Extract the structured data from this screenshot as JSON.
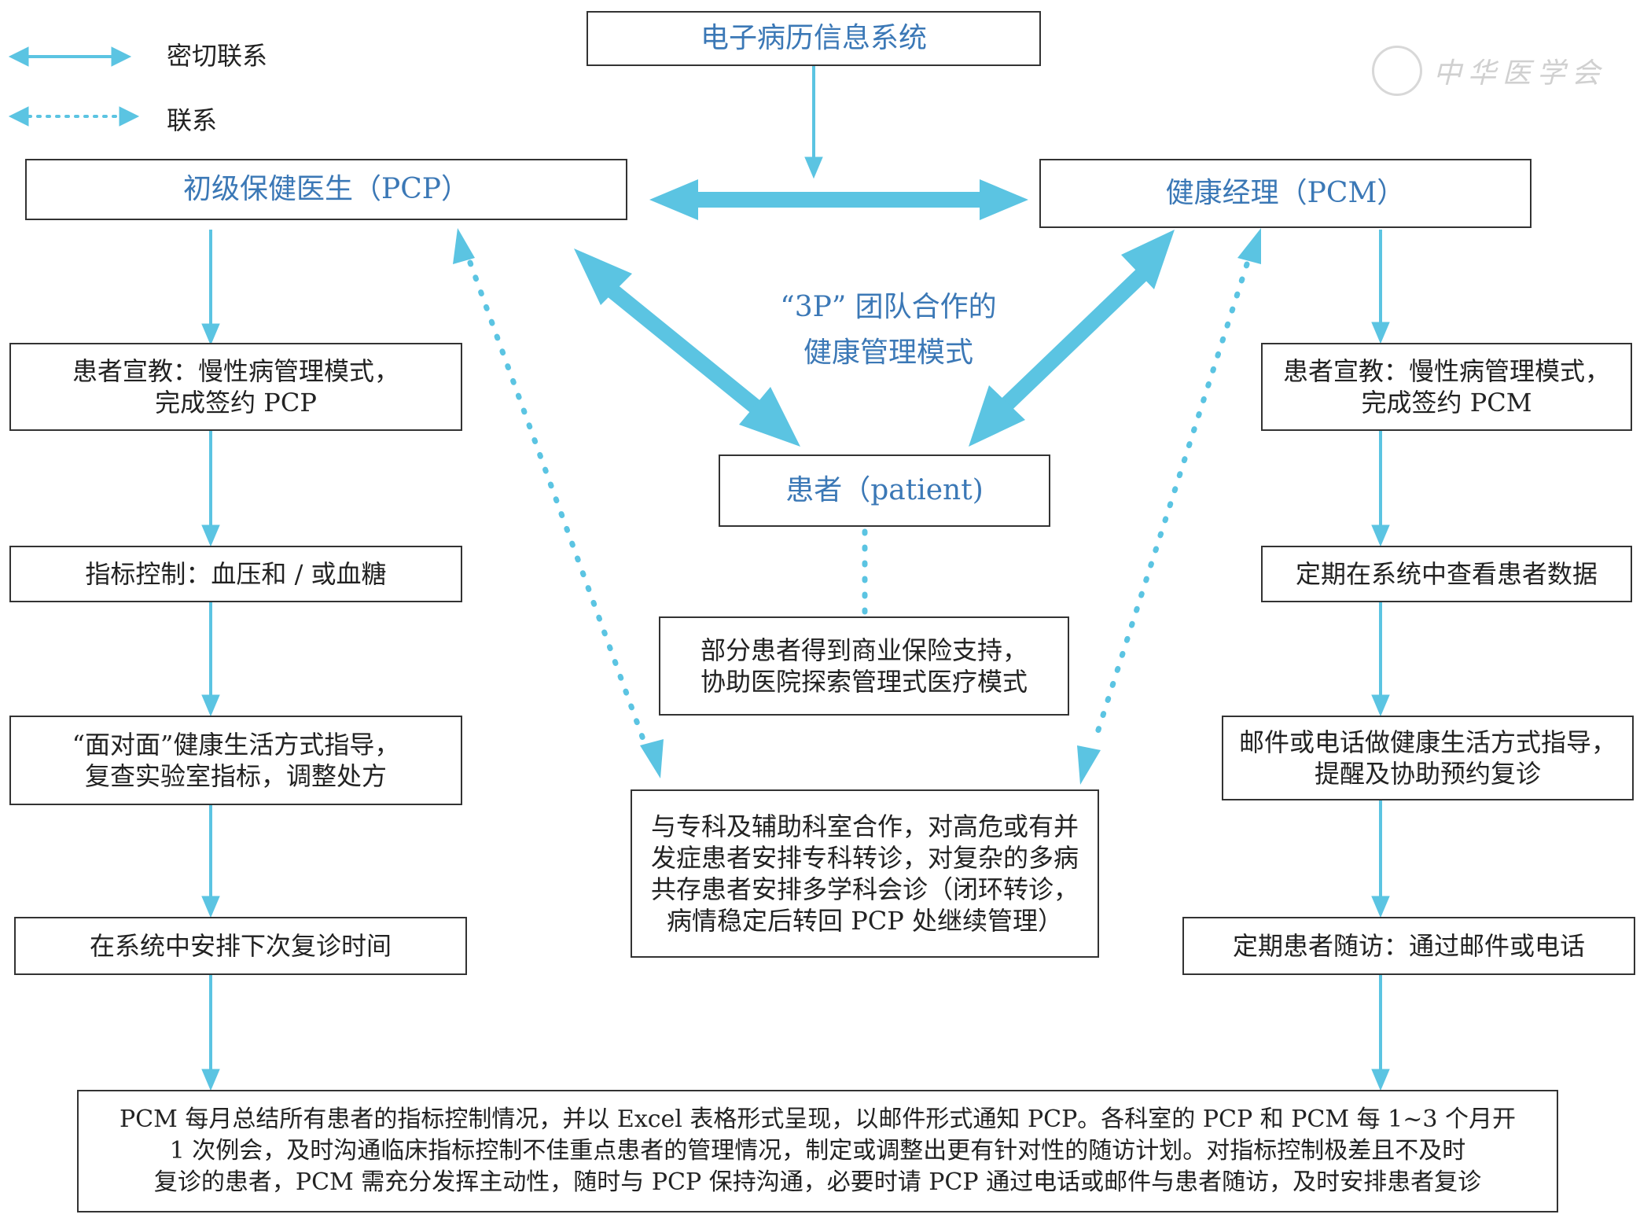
{
  "legend": {
    "solid_label": "密切联系",
    "dotted_label": "联系"
  },
  "watermark": "中华医学会",
  "colors": {
    "arrow": "#5bc4e2",
    "title_text": "#3b78b6",
    "border": "#333333"
  },
  "top": {
    "emr": "电子病历信息系统"
  },
  "pcp": {
    "title": "初级保健医生（PCP）"
  },
  "pcm": {
    "title": "健康经理（PCM）"
  },
  "center": {
    "line1": "“3P” 团队合作的",
    "line2": "健康管理模式",
    "patient": "患者（patient)",
    "insurance": [
      "部分患者得到商业保险支持，",
      "协助医院探索管理式医疗模式"
    ],
    "specialist": [
      "与专科及辅助科室合作，对高危或有并",
      "发症患者安排专科转诊，对复杂的多病",
      "共存患者安排多学科会诊（闭环转诊，",
      "病情稳定后转回 PCP 处继续管理）"
    ]
  },
  "left_steps": [
    [
      "患者宣教：慢性病管理模式，",
      "完成签约 PCP"
    ],
    [
      "指标控制：血压和 / 或血糖"
    ],
    [
      "“面对面”健康生活方式指导，",
      "复查实验室指标，调整处方"
    ],
    [
      "在系统中安排下次复诊时间"
    ]
  ],
  "right_steps": [
    [
      "患者宣教：慢性病管理模式，",
      "完成签约 PCM"
    ],
    [
      "定期在系统中查看患者数据"
    ],
    [
      "邮件或电话做健康生活方式指导，",
      "提醒及协助预约复诊"
    ],
    [
      "定期患者随访：通过邮件或电话"
    ]
  ],
  "bottom": [
    "PCM 每月总结所有患者的指标控制情况，并以 Excel 表格形式呈现，以邮件形式通知 PCP。各科室的 PCP 和 PCM 每 1~3 个月开",
    "1 次例会，及时沟通临床指标控制不佳重点患者的管理情况，制定或调整出更有针对性的随访计划。对指标控制极差且不及时",
    "复诊的患者，PCM 需充分发挥主动性，随时与 PCP 保持沟通，必要时请 PCP 通过电话或邮件与患者随访，及时安排患者复诊"
  ]
}
